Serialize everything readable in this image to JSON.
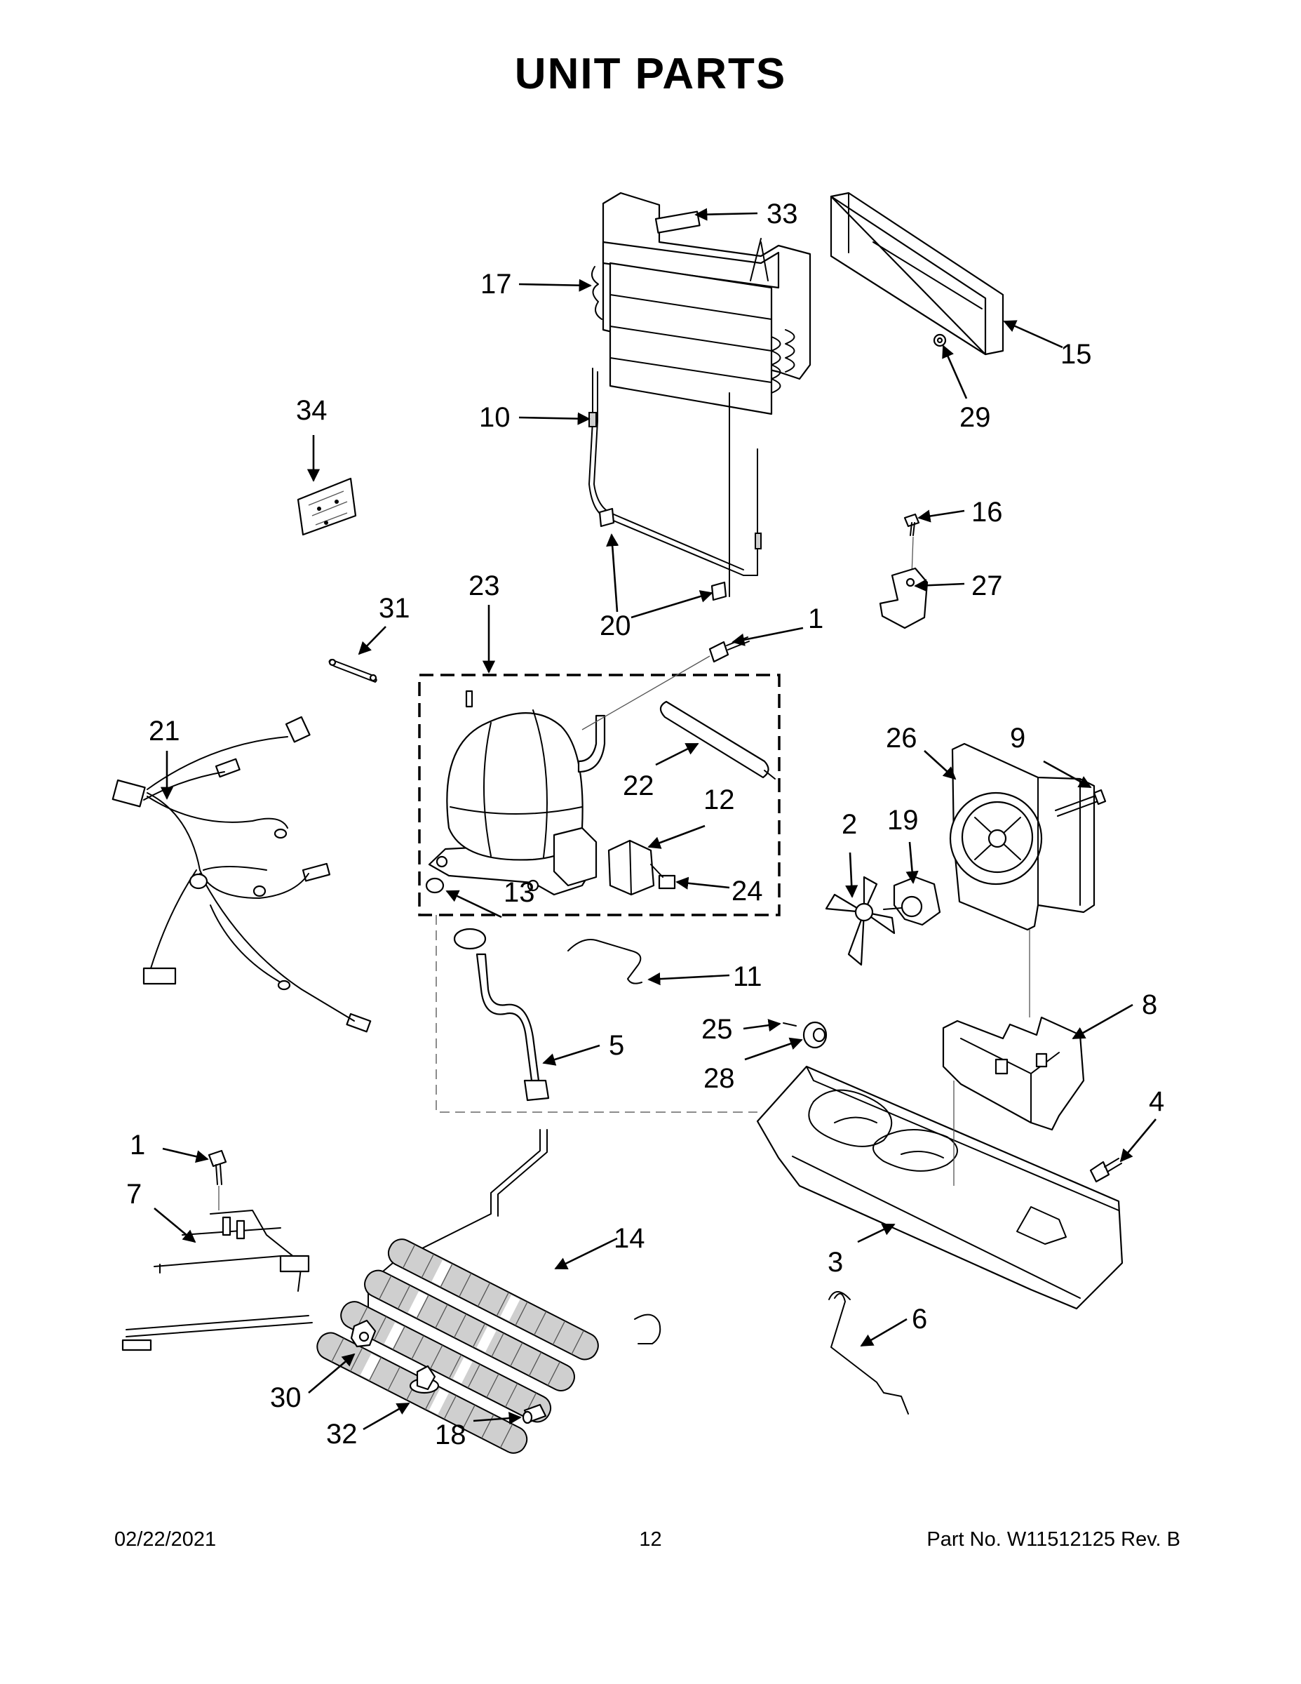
{
  "title": "UNIT PARTS",
  "footer": {
    "date": "02/22/2021",
    "page": "12",
    "part_number": "Part No.  W11512125  Rev.  B"
  },
  "callouts": {
    "c33": "33",
    "c17": "17",
    "c15": "15",
    "c29": "29",
    "c10": "10",
    "c34": "34",
    "c16": "16",
    "c27": "27",
    "c20": "20",
    "c23": "23",
    "c31": "31",
    "c1a": "1",
    "c21": "21",
    "c26": "26",
    "c9": "9",
    "c22": "22",
    "c12": "12",
    "c19": "19",
    "c2": "2",
    "c13": "13",
    "c24": "24",
    "c11": "11",
    "c8": "8",
    "c5": "5",
    "c25": "25",
    "c28": "28",
    "c4": "4",
    "c1b": "1",
    "c7": "7",
    "c14": "14",
    "c3": "3",
    "c6": "6",
    "c30": "30",
    "c32": "32",
    "c18": "18"
  }
}
